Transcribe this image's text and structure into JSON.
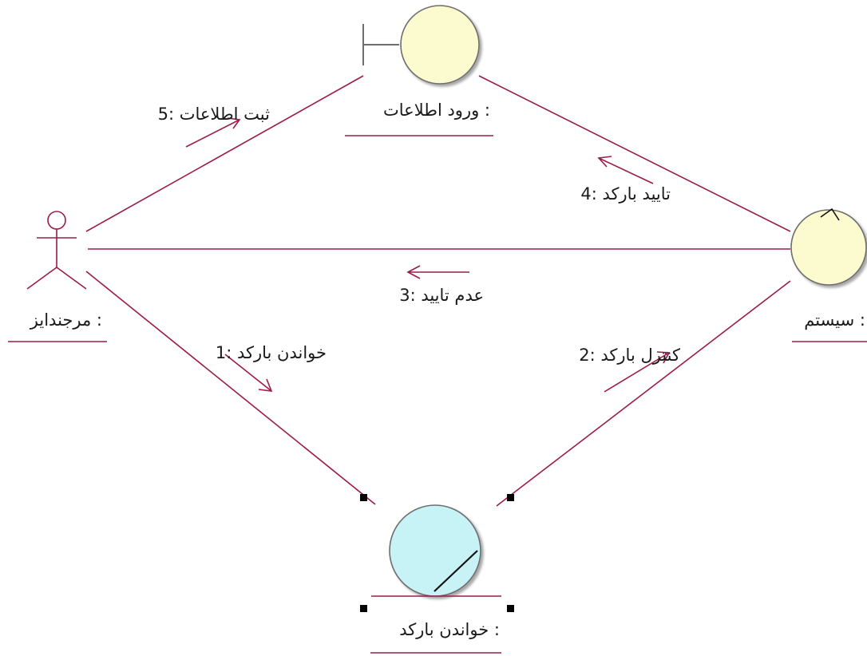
{
  "colors": {
    "line": "#9b1b4b",
    "object_fill": "#fcfbcf",
    "entity_fill": "#c7f3f7",
    "handle": "#000000"
  },
  "objects": {
    "actor": {
      "name": "مرجندایز :",
      "icon": "actor-stick-figure-icon"
    },
    "boundary": {
      "name": "ورود اطلاعات :",
      "icon": "boundary-icon"
    },
    "control": {
      "name": "سیستم :",
      "icon": "control-icon"
    },
    "entity": {
      "name": "خواندن بارکد :",
      "icon": "entity-icon"
    }
  },
  "messages": [
    {
      "number": "1",
      "text": "خواندن بارکد :1"
    },
    {
      "number": "2",
      "text": "کنترل بارکد :2"
    },
    {
      "number": "3",
      "text": "عدم تایید :3"
    },
    {
      "number": "4",
      "text": "تایید بارکد :4"
    },
    {
      "number": "5",
      "text": "ثبت اطلاعات :5"
    }
  ]
}
